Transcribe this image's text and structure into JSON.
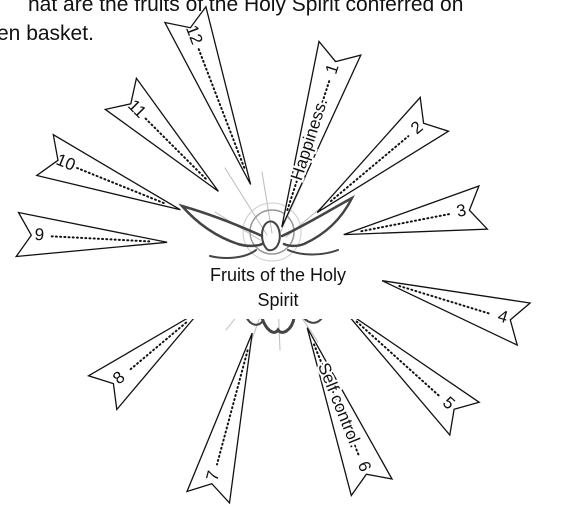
{
  "header": {
    "line1": "hat are the fruits of the Holy Spirit conferred on",
    "line2": "en basket."
  },
  "center": {
    "line1": "Fruits of the Holy",
    "line2": "Spirit"
  },
  "pennants": [
    {
      "number": "1",
      "answer": "Happiness."
    },
    {
      "number": "2",
      "answer": ""
    },
    {
      "number": "3",
      "answer": ""
    },
    {
      "number": "4",
      "answer": ""
    },
    {
      "number": "5",
      "answer": ""
    },
    {
      "number": "6",
      "answer": "Self control."
    },
    {
      "number": "7",
      "answer": ""
    },
    {
      "number": "8",
      "answer": ""
    },
    {
      "number": "9",
      "answer": ""
    },
    {
      "number": "10",
      "answer": ""
    },
    {
      "number": "11",
      "answer": ""
    },
    {
      "number": "12",
      "answer": ""
    }
  ],
  "icons": {
    "center_image": "dove-icon"
  }
}
